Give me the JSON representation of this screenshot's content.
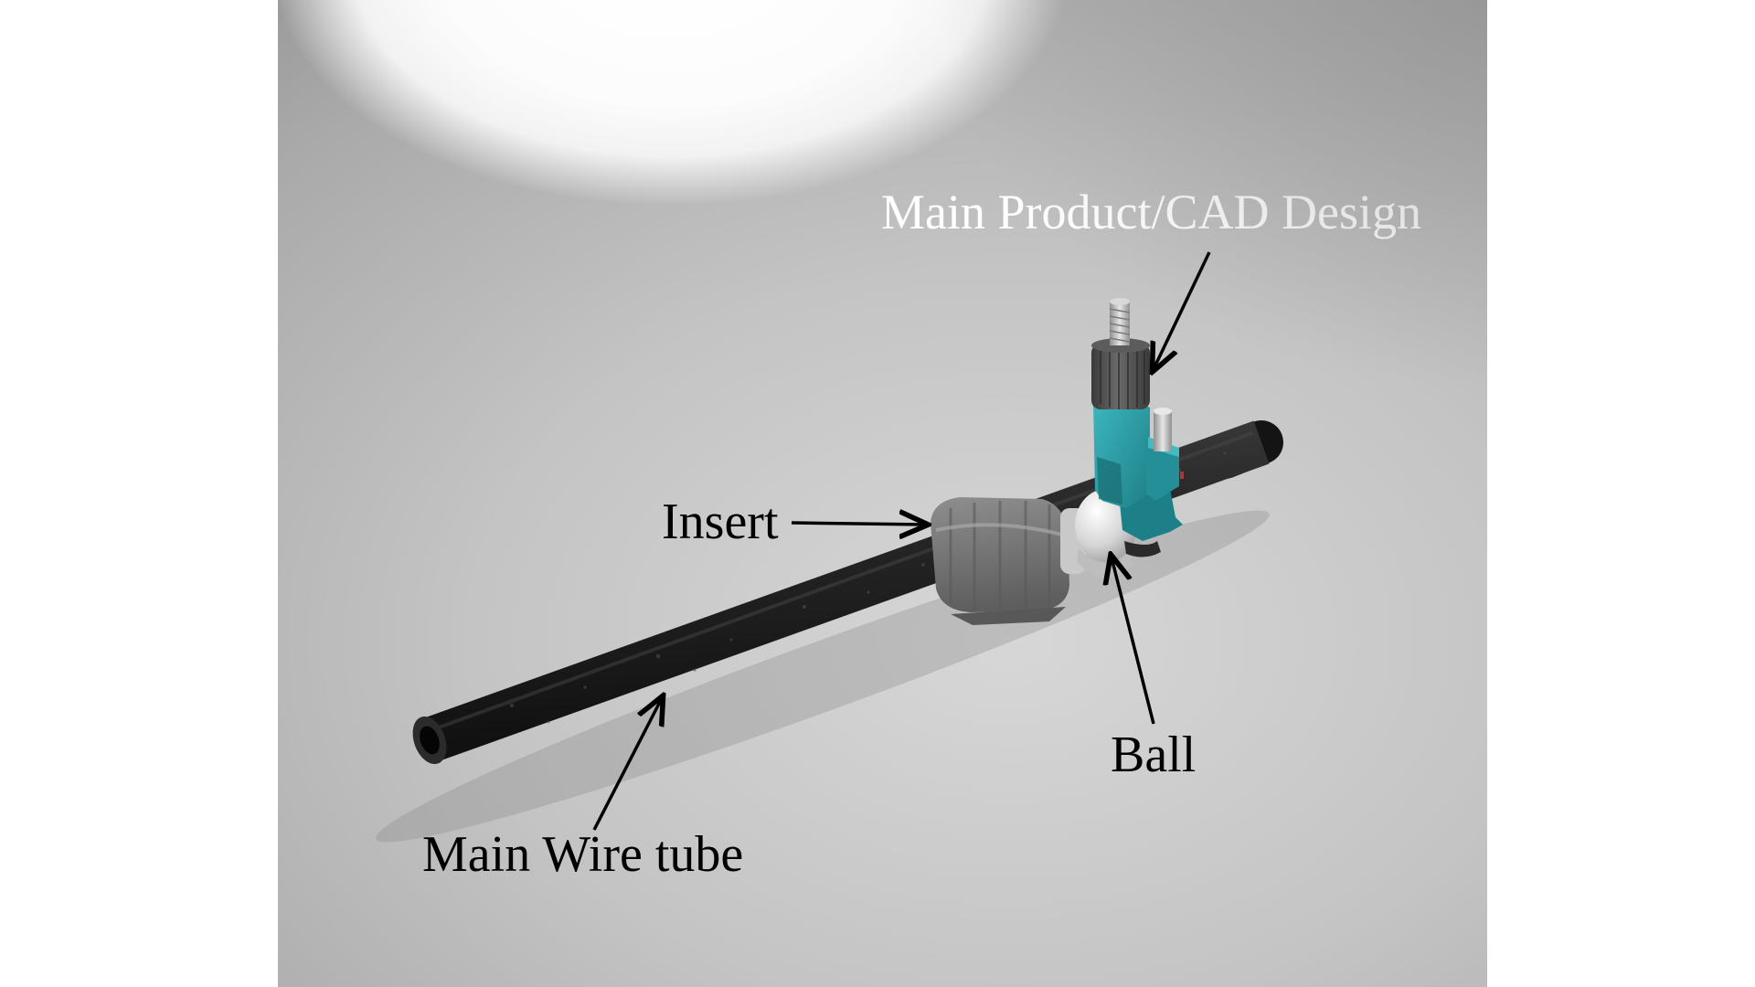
{
  "labels": {
    "design": "Main Product/CAD Design",
    "insert": "Insert",
    "ball": "Ball",
    "tube": "Main Wire tube"
  },
  "colors": {
    "tube": "#1f1f1f",
    "insert": "#7a7a7a",
    "ball": "#d9d9d9",
    "bracket": "#2a9ea6",
    "knob": "#4d4d4d",
    "screw": "#bfbfbf",
    "design_label": "#ffffff",
    "callout_label": "#000000"
  }
}
